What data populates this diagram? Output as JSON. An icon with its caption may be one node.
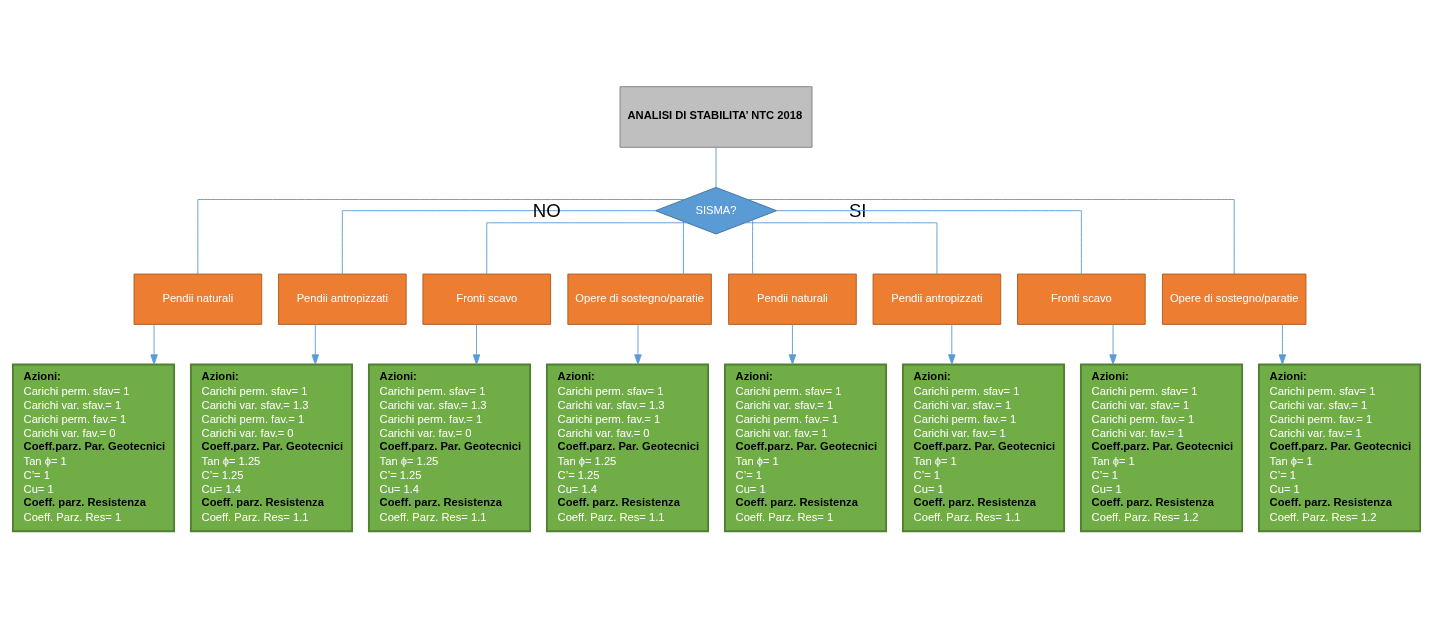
{
  "diagram": {
    "nodes": [
      {
        "text": [
          "ANALISI DI STABILITA’ NTC 2018"
        ]
      },
      {
        "text": [
          "SISMA?"
        ]
      },
      {
        "text": [
          "Pendii naturali"
        ]
      },
      {
        "text": [
          "Pendii antropizzati"
        ]
      },
      {
        "text": [
          "Fronti scavo"
        ]
      },
      {
        "text": [
          "Opere di sostegno/paratie"
        ]
      },
      {
        "text": [
          "Pendii naturali"
        ]
      },
      {
        "text": [
          "Pendii antropizzati"
        ]
      },
      {
        "text": [
          "Fronti scavo"
        ]
      },
      {
        "text": [
          "Opere di sostegno/paratie"
        ]
      },
      {
        "text": [
          "Azioni:",
          "Carichi perm. sfav= 1",
          "Carichi var. sfav.= 1",
          "Carichi perm. fav.= 1",
          "Carichi var. fav.= 0",
          "Coeff.parz. Par. Geotecnici",
          "Tan ϕ= 1",
          "C’= 1",
          "Cu= 1",
          "Coeff. parz. Resistenza",
          "Coeff. Parz. Res= 1"
        ]
      },
      {
        "text": [
          "Azioni:",
          "Carichi perm. sfav= 1",
          "Carichi var. sfav.= 1.3",
          "Carichi perm. fav.= 1",
          "Carichi var. fav.= 0",
          "Coeff.parz. Par. Geotecnici",
          "Tan ϕ= 1.25",
          "C’= 1.25",
          "Cu= 1.4",
          "Coeff. parz. Resistenza",
          "Coeff. Parz. Res= 1.1"
        ]
      },
      {
        "text": [
          "Azioni:",
          "Carichi perm. sfav= 1",
          "Carichi var. sfav.= 1.3",
          "Carichi perm. fav.= 1",
          "Carichi var. fav.= 0",
          "Coeff.parz. Par. Geotecnici",
          "Tan ϕ= 1.25",
          "C’= 1.25",
          "Cu= 1.4",
          "Coeff. parz. Resistenza",
          "Coeff. Parz. Res= 1.1"
        ]
      },
      {
        "text": [
          "Azioni:",
          "Carichi perm. sfav= 1",
          "Carichi var. sfav.= 1.3",
          "Carichi perm. fav.= 1",
          "Carichi var. fav.= 0",
          "Coeff.parz. Par. Geotecnici",
          "Tan ϕ= 1.25",
          "C’= 1.25",
          "Cu= 1.4",
          "Coeff. parz. Resistenza",
          "Coeff. Parz. Res= 1.1"
        ]
      },
      {
        "text": [
          "Azioni:",
          "Carichi perm. sfav= 1",
          "Carichi var. sfav.= 1",
          "Carichi perm. fav.= 1",
          "Carichi var. fav.= 1",
          "Coeff.parz. Par. Geotecnici",
          "Tan ϕ= 1",
          "C’= 1",
          "Cu= 1",
          "Coeff. parz. Resistenza",
          "Coeff. Parz. Res= 1"
        ]
      },
      {
        "text": [
          "Azioni:",
          "Carichi perm. sfav= 1",
          "Carichi var. sfav.= 1",
          "Carichi perm. fav.= 1",
          "Carichi var. fav.= 1",
          "Coeff.parz. Par. Geotecnici",
          "Tan ϕ= 1",
          "C’= 1",
          "Cu= 1",
          "Coeff. parz. Resistenza",
          "Coeff. Parz. Res= 1.1"
        ]
      },
      {
        "text": [
          "Azioni:",
          "Carichi perm. sfav= 1",
          "Carichi var. sfav.= 1",
          "Carichi perm. fav.= 1",
          "Carichi var. fav.= 1",
          "Coeff.parz. Par. Geotecnici",
          "Tan ϕ= 1",
          "C’= 1",
          "Cu= 1",
          "Coeff. parz. Resistenza",
          "Coeff. Parz. Res= 1.2"
        ]
      },
      {
        "text": [
          "Azioni:",
          "Carichi perm. sfav= 1",
          "Carichi var. sfav.= 1",
          "Carichi perm. fav.= 1",
          "Carichi var. fav.= 1",
          "Coeff.parz. Par. Geotecnici",
          "Tan ϕ= 1",
          "C’= 1",
          "Cu= 1",
          "Coeff. parz. Resistenza",
          "Coeff. Parz. Res= 1.2"
        ]
      }
    ],
    "edges": [
      {
        "from": 0,
        "to": 1,
        "arrow": "none"
      },
      {
        "from": 1,
        "to": 2,
        "arrow": "none"
      },
      {
        "from": 1,
        "to": 3,
        "arrow": "none"
      },
      {
        "from": 1,
        "to": 4,
        "arrow": "none",
        "label": "NO"
      },
      {
        "from": 1,
        "to": 5,
        "arrow": "none"
      },
      {
        "from": 1,
        "to": 6,
        "arrow": "none"
      },
      {
        "from": 1,
        "to": 7,
        "arrow": "none",
        "label": "SI"
      },
      {
        "from": 1,
        "to": 8,
        "arrow": "none"
      },
      {
        "from": 1,
        "to": 9,
        "arrow": "none"
      },
      {
        "from": 2,
        "to": 10,
        "arrow": "to"
      },
      {
        "from": 3,
        "to": 11,
        "arrow": "to"
      },
      {
        "from": 4,
        "to": 12,
        "arrow": "to"
      },
      {
        "from": 5,
        "to": 13,
        "arrow": "to"
      },
      {
        "from": 6,
        "to": 14,
        "arrow": "to"
      },
      {
        "from": 7,
        "to": 15,
        "arrow": "to"
      },
      {
        "from": 8,
        "to": 16,
        "arrow": "to"
      },
      {
        "from": 9,
        "to": 17,
        "arrow": "to"
      }
    ]
  }
}
